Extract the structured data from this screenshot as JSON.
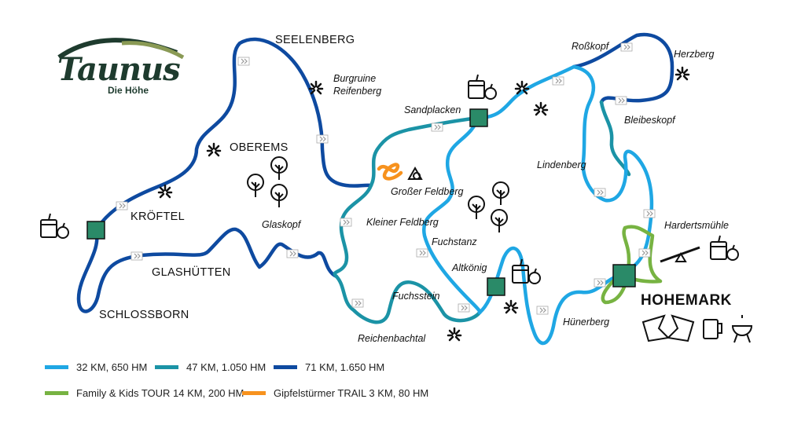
{
  "logo": {
    "name": "Taunus",
    "subtitle": "Die Höhe"
  },
  "colors": {
    "route_32": "#1fa7e4",
    "route_47": "#1b93a6",
    "route_71": "#0e4aa0",
    "family": "#77b342",
    "trail": "#f7921e",
    "station": "#2a8a68"
  },
  "places": {
    "seelenberg": "SEELENBERG",
    "oberems": "OBEREMS",
    "kroeftel": "KRÖFTEL",
    "glashuetten": "GLASHÜTTEN",
    "schlossborn": "SCHLOSSBORN",
    "hohemark": "HOHEMARK"
  },
  "poi": {
    "burgruine": "Burgruine\nReifenberg",
    "glaskopf": "Glaskopf",
    "sandplacken": "Sandplacken",
    "grosser_feldberg": "Großer Feldberg",
    "kleiner_feldberg": "Kleiner Feldberg",
    "fuchstanz": "Fuchstanz",
    "altkoenig": "Altkönig",
    "fuchsstein": "Fuchsstein",
    "reichenbachtal": "Reichenbachtal",
    "rosskopf": "Roßkopf",
    "herzberg": "Herzberg",
    "bleibeskopf": "Bleibeskopf",
    "lindenberg": "Lindenberg",
    "hardertsmuehle": "Hardertsmühle",
    "huenerberg": "Hünerberg"
  },
  "legend": [
    {
      "label": "32 KM, 650 HM",
      "color": "#1fa7e4"
    },
    {
      "label": "47 KM, 1.050 HM",
      "color": "#1b93a6"
    },
    {
      "label": "71 KM, 1.650 HM",
      "color": "#0e4aa0"
    },
    {
      "label": "Family & Kids TOUR 14 KM, 200 HM",
      "color": "#77b342"
    },
    {
      "label": "Gipfelstürmer TRAIL 3 KM, 80 HM",
      "color": "#f7921e"
    }
  ]
}
